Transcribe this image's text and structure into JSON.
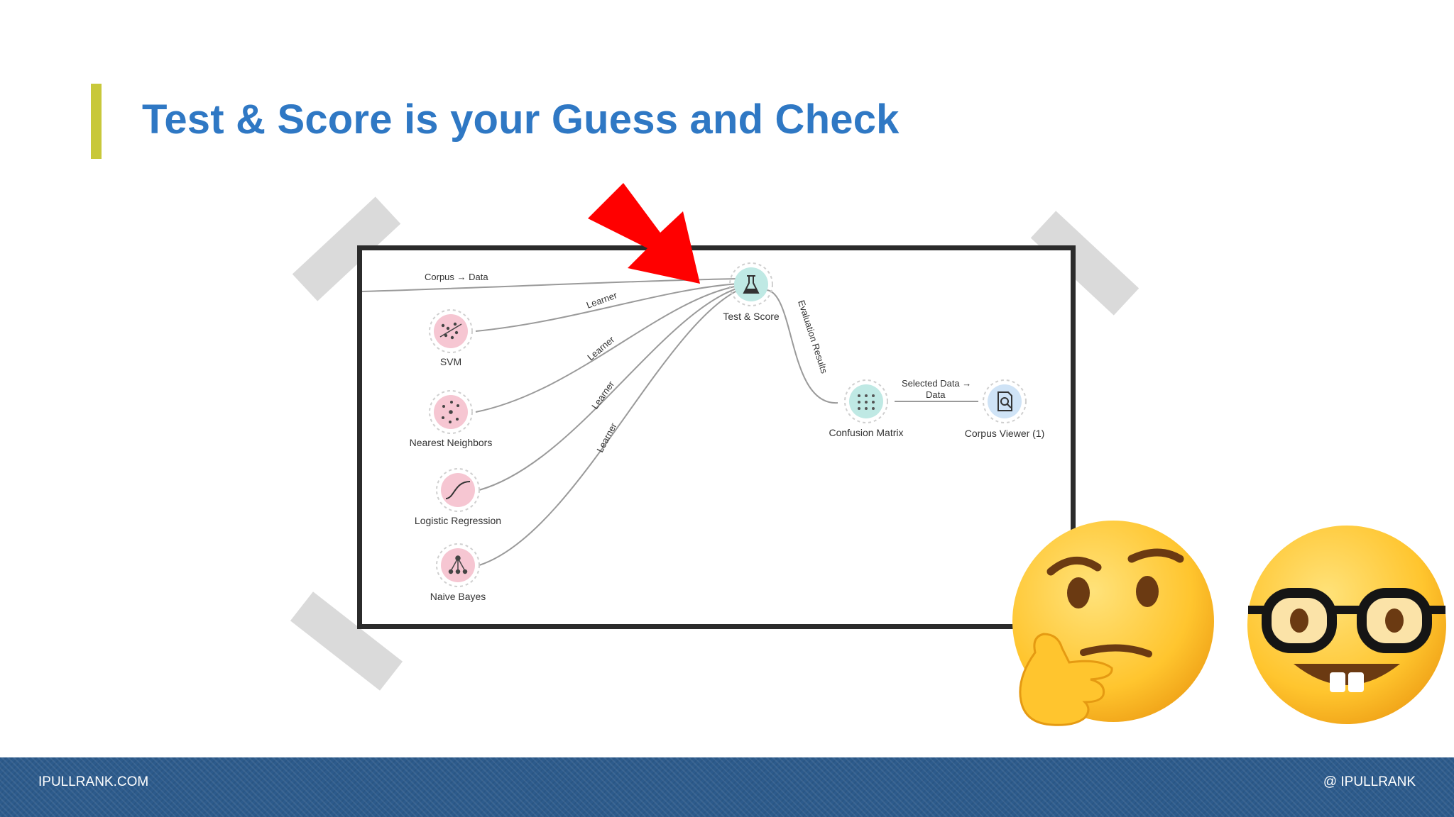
{
  "slide": {
    "title": "Test & Score is your Guess and Check"
  },
  "workflow": {
    "nodes": {
      "test_score": "Test & Score",
      "svm": "SVM",
      "nearest_neighbors": "Nearest Neighbors",
      "logistic_regression": "Logistic Regression",
      "naive_bayes": "Naive Bayes",
      "confusion_matrix": "Confusion Matrix",
      "corpus_viewer": "Corpus Viewer (1)"
    },
    "links": {
      "corpus_data": "Corpus → Data",
      "learner_1": "Learner",
      "learner_2": "Learner",
      "learner_3": "Learner",
      "learner_4": "Learner",
      "evaluation_results": "Evaluation Results",
      "selected_data_1": "Selected Data →",
      "selected_data_2": "Data"
    }
  },
  "footer": {
    "left": "IPULLRANK.COM",
    "right": "@ IPULLRANK"
  },
  "colors": {
    "title": "#2f78c4",
    "accent_bar": "#c8c83a",
    "footer": "#2d5b8c",
    "arrow": "#ff0000",
    "learner_node": "#f6c6d2",
    "evaluate_node": "#bfe9e4",
    "viewer_node": "#cfe3f6"
  },
  "icons": [
    "red-arrow-icon",
    "thinking-face-emoji",
    "nerd-face-emoji",
    "flask-icon",
    "scatter-icon",
    "network-icon",
    "sigmoid-icon",
    "tree-icon",
    "matrix-icon",
    "document-search-icon"
  ]
}
